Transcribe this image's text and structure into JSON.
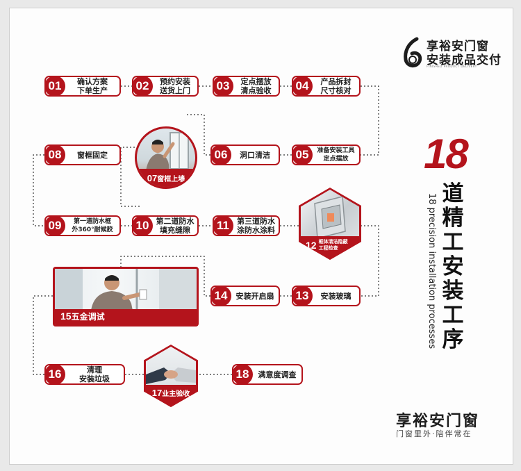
{
  "brand": {
    "logo_digit": "6",
    "top_name": "享裕安门窗",
    "top_slogan": "安装成品交付",
    "top_small": "FINISHED PRODUCT DELIVERY",
    "bottom_name": "享裕安门窗",
    "bottom_slogan": "门窗里外·陪伴常在"
  },
  "title": {
    "number": "18",
    "chinese": "道精工安装工序",
    "english": "18 precision installation processes"
  },
  "colors": {
    "accent": "#b4141c"
  },
  "steps": [
    {
      "num": "01",
      "label": "确认方案\n下单生产"
    },
    {
      "num": "02",
      "label": "预约安装\n送货上门"
    },
    {
      "num": "03",
      "label": "定点摆放\n清点验收"
    },
    {
      "num": "04",
      "label": "产品拆封\n尺寸核对"
    },
    {
      "num": "05",
      "label": "准备安装工具\n定点摆放"
    },
    {
      "num": "06",
      "label": "洞口清洁"
    },
    {
      "num": "07",
      "label": "窗框上墙"
    },
    {
      "num": "08",
      "label": "窗框固定"
    },
    {
      "num": "09",
      "label": "第一道防水框\n外360°耐候胶"
    },
    {
      "num": "10",
      "label": "第二道防水\n填充缝隙"
    },
    {
      "num": "11",
      "label": "第三道防水\n涂防水涂料"
    },
    {
      "num": "12",
      "label": "框体清洁隐蔽\n工程检查"
    },
    {
      "num": "13",
      "label": "安装玻璃"
    },
    {
      "num": "14",
      "label": "安装开启扇"
    },
    {
      "num": "15",
      "label": "五金调试"
    },
    {
      "num": "16",
      "label": "清理\n安装垃圾"
    },
    {
      "num": "17",
      "label": "业主验收"
    },
    {
      "num": "18",
      "label": "满意度调查"
    }
  ]
}
